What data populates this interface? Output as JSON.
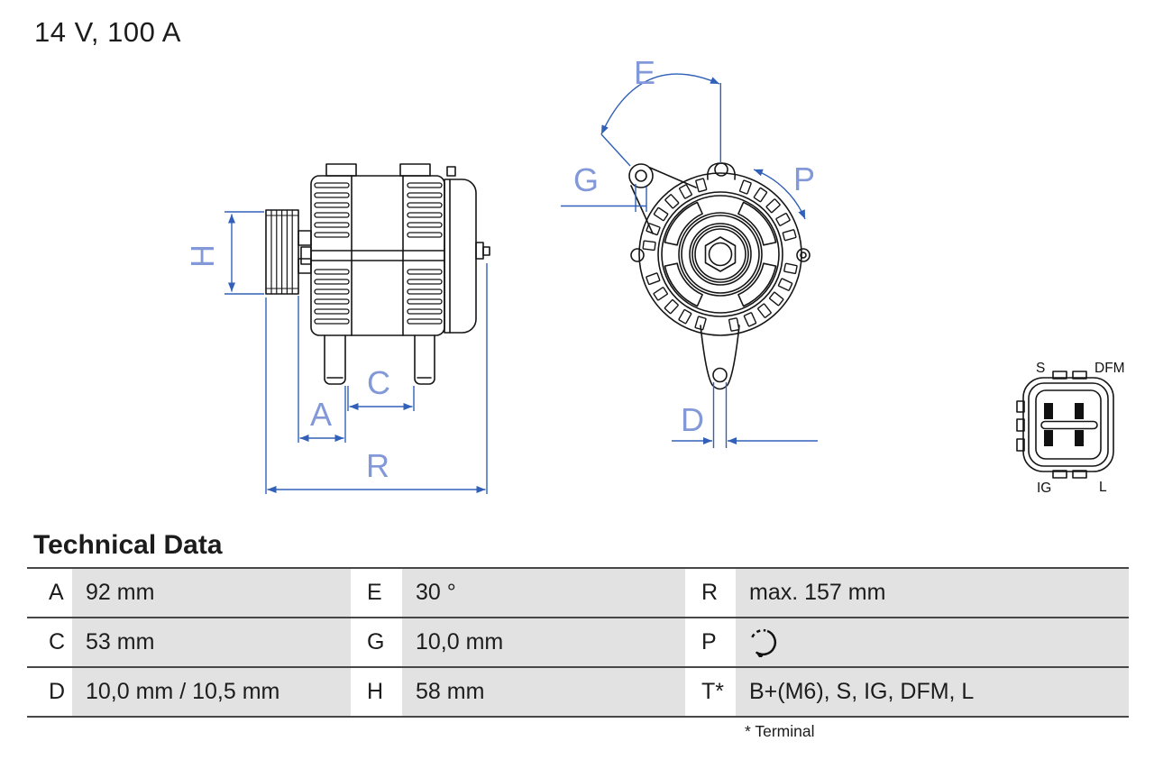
{
  "title": "14 V, 100 A",
  "drawings": {
    "side_view": {
      "description": "alternator side view line drawing with pulley, cooling fins, rear cover and mounting feet",
      "labels": {
        "H": "H",
        "A": "A",
        "C": "C",
        "R": "R"
      }
    },
    "front_view": {
      "description": "alternator front view line drawing with vent slots, hex shaft nut, mounting ear and lug",
      "labels": {
        "E": "E",
        "G": "G",
        "P": "P",
        "D": "D"
      }
    },
    "connector": {
      "description": "4-pin connector pinout",
      "labels": {
        "top_left": "S",
        "top_right": "DFM",
        "bottom_left": "IG",
        "bottom_right": "L"
      }
    }
  },
  "technical_data": {
    "heading": "Technical Data",
    "rows": [
      [
        {
          "key": "A",
          "value": "92 mm"
        },
        {
          "key": "E",
          "value": "30 °"
        },
        {
          "key": "R",
          "value": "max. 157 mm"
        }
      ],
      [
        {
          "key": "C",
          "value": "53 mm"
        },
        {
          "key": "G",
          "value": "10,0 mm"
        },
        {
          "key": "P",
          "value": "",
          "icon": "rotation-ccw-icon"
        }
      ],
      [
        {
          "key": "D",
          "value": "10,0 mm / 10,5 mm"
        },
        {
          "key": "H",
          "value": "58 mm"
        },
        {
          "key": "T*",
          "value": "B+(M6), S, IG, DFM, L"
        }
      ]
    ],
    "footnote": "* Terminal"
  },
  "colors": {
    "dimension_line": "#3060b8",
    "dimension_label": "#8298d8",
    "drawing_line": "#151515",
    "table_cell_bg": "#e2e2e2",
    "table_rule": "#474747",
    "text": "#1c1c1c"
  }
}
